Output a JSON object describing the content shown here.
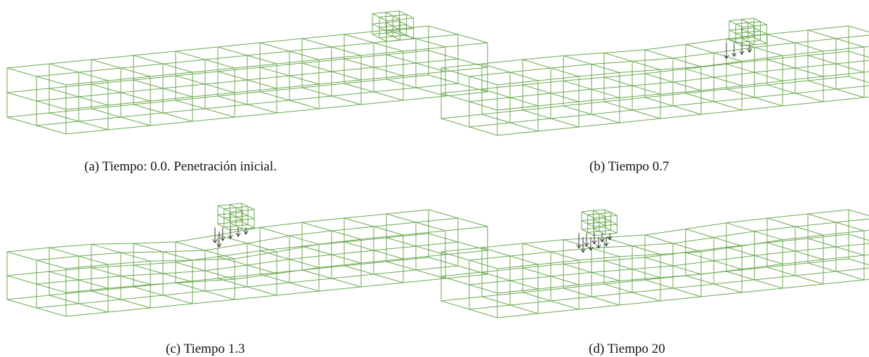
{
  "figure": {
    "mesh_color": "#6aa84f",
    "arrow_color": "#333333",
    "panels": [
      {
        "id": "a",
        "label": "(a)",
        "caption": "Tiempo: 0.0. Penetración inicial."
      },
      {
        "id": "b",
        "label": "(b)",
        "caption": "Tiempo 0.7"
      },
      {
        "id": "c",
        "label": "(c)",
        "caption": "Tiempo 1.3"
      },
      {
        "id": "d",
        "label": "(d)",
        "caption": "Tiempo 20"
      }
    ]
  }
}
